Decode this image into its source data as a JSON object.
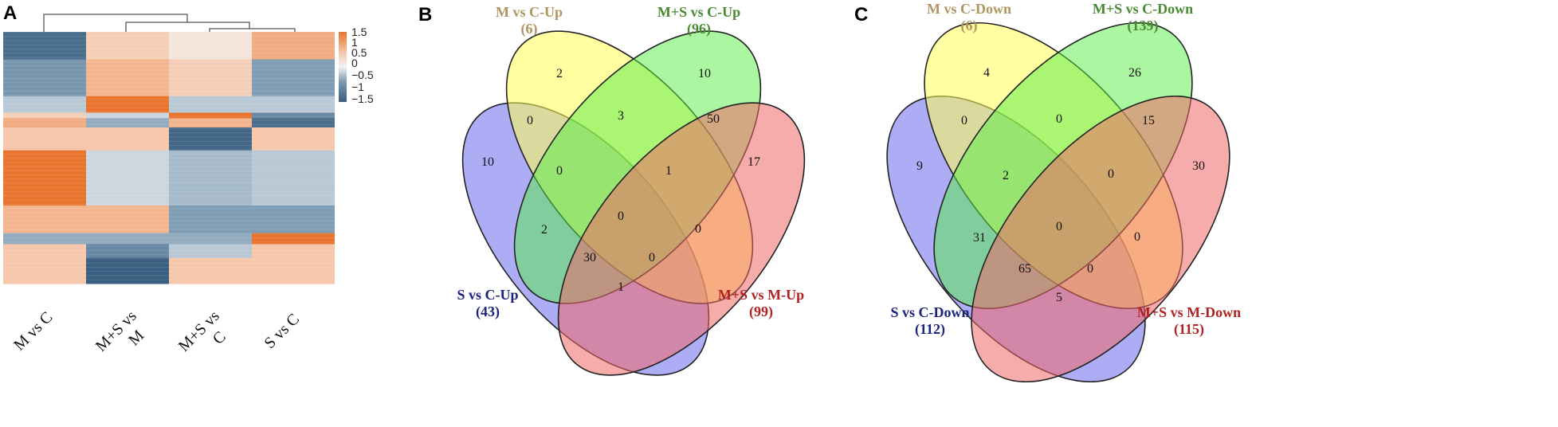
{
  "colors": {
    "orange_strong": "#e8742e",
    "orange_light": "#f6c7ab",
    "white": "#f2f3f5",
    "blue_light": "#7f9db4",
    "blue_strong": "#3a5f80",
    "yellow": "#ffff55",
    "green": "#55ee44",
    "red": "#f06868",
    "blue": "#6a6aee",
    "label_tan": "#b09560",
    "label_green": "#4a8a33",
    "label_blue": "#1a237e",
    "label_red": "#b22222"
  },
  "panel_a": {
    "letter": "A",
    "columns": [
      "M vs C",
      "M+S vs\nM",
      "M+S vs\nC",
      "S vs C"
    ],
    "column_labels_line1": [
      "M vs C",
      "M+S vs",
      "M+S vs",
      "S vs C"
    ],
    "column_labels_line2": [
      "",
      "M",
      "C",
      ""
    ],
    "legend_ticks": [
      "1.5",
      "1",
      "0.5",
      "0",
      "−0.5",
      "−1",
      "−1.5"
    ],
    "heatmap_blocks": [
      {
        "rows": 30,
        "values": [
          -1.3,
          0.5,
          0.2,
          0.9
        ]
      },
      {
        "rows": 40,
        "values": [
          -0.7,
          0.8,
          0.5,
          -0.6
        ]
      },
      {
        "rows": 18,
        "values": [
          -0.3,
          1.5,
          -0.3,
          -0.3
        ]
      },
      {
        "rows": 6,
        "values": [
          0.5,
          -0.2,
          1.5,
          -0.9
        ]
      },
      {
        "rows": 10,
        "values": [
          0.9,
          -0.5,
          0.8,
          -1.3
        ]
      },
      {
        "rows": 25,
        "values": [
          0.6,
          0.6,
          -1.4,
          0.6
        ]
      },
      {
        "rows": 60,
        "values": [
          1.5,
          -0.2,
          -0.4,
          -0.3
        ]
      },
      {
        "rows": 30,
        "values": [
          0.8,
          0.8,
          -0.6,
          -0.6
        ]
      },
      {
        "rows": 12,
        "values": [
          -0.5,
          -0.5,
          -0.5,
          1.5
        ]
      },
      {
        "rows": 15,
        "values": [
          0.6,
          -0.9,
          -0.3,
          0.6
        ]
      },
      {
        "rows": 28,
        "values": [
          0.6,
          -1.5,
          0.6,
          0.6
        ]
      }
    ]
  },
  "panel_b": {
    "letter": "B",
    "sets": {
      "top_left": {
        "name": "M vs C-Up",
        "count": "(6)"
      },
      "top_right": {
        "name": "M+S vs C-Up",
        "count": "(96)"
      },
      "bottom_left": {
        "name": "S vs C-Up",
        "count": "(43)"
      },
      "bottom_right": {
        "name": "M+S vs M-Up",
        "count": "(99)"
      }
    },
    "regions": [
      "2",
      "10",
      "0",
      "3",
      "50",
      "10",
      "0",
      "1",
      "17",
      "2",
      "0",
      "0",
      "30",
      "0",
      "1"
    ]
  },
  "panel_c": {
    "letter": "C",
    "sets": {
      "top_left": {
        "name": "M vs C-Down",
        "count": "(6)"
      },
      "top_right": {
        "name": "M+S vs C-Down",
        "count": "(139)"
      },
      "bottom_left": {
        "name": "S vs C-Down",
        "count": "(112)"
      },
      "bottom_right": {
        "name": "M+S vs M-Down",
        "count": "(115)"
      }
    },
    "regions": [
      "4",
      "26",
      "0",
      "0",
      "15",
      "9",
      "2",
      "0",
      "30",
      "31",
      "0",
      "0",
      "65",
      "0",
      "5"
    ]
  }
}
